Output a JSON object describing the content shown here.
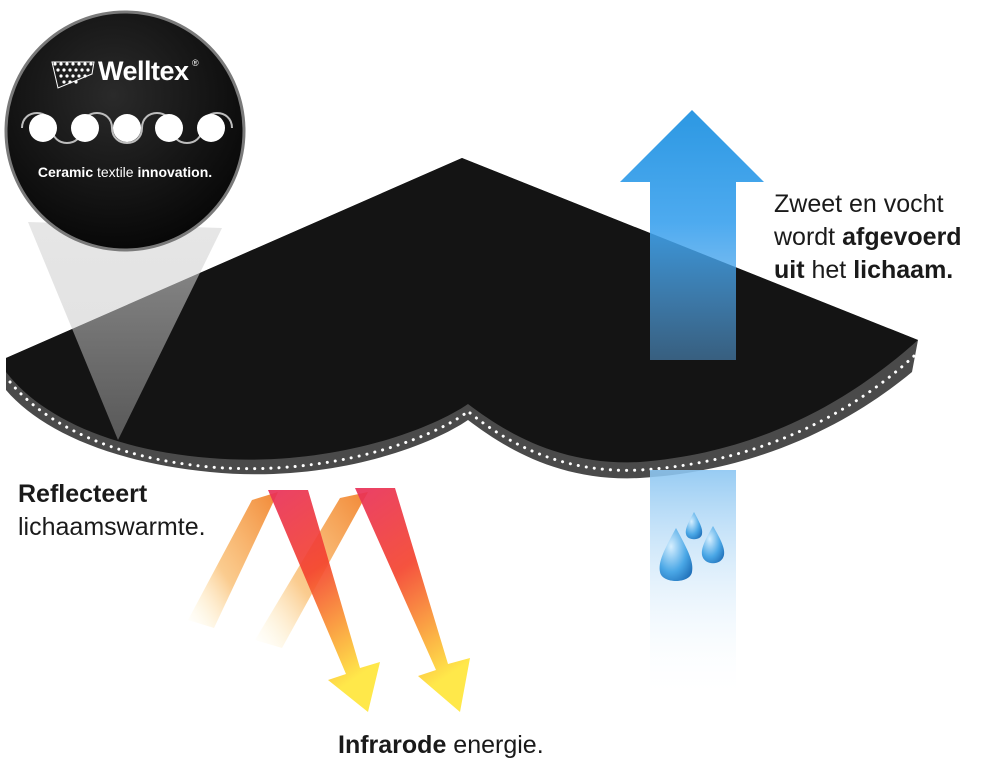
{
  "badge": {
    "brand": "Welltex",
    "registered_mark": "®",
    "tagline_word_1": "Ceramic",
    "tagline_word_2": "textile",
    "tagline_word_3": "innovation."
  },
  "captions": {
    "sweat_line1": "Zweet en vocht",
    "sweat_line2_a": "wordt ",
    "sweat_line2_b": "afgevoerd",
    "sweat_line3_a": "uit",
    "sweat_line3_b": " het ",
    "sweat_line3_c": "lichaam.",
    "reflect_line1": "Reflecteert",
    "reflect_line2": "lichaamswarmte.",
    "ir_a": "Infrarode",
    "ir_b": " energie."
  },
  "colors": {
    "fabric": "#141414",
    "fabric_edge": "#4a4a4a",
    "ceramic_dots": "#ffffff",
    "moisture_blue": "#1a8fe0",
    "heat_red": "#e8305a",
    "heat_orange": "#f07a20",
    "heat_yellow": "#ffe63a",
    "droplet": "#4aa7e6"
  },
  "icons": [
    "welltex-logo-icon",
    "water-droplet-icon",
    "up-arrow-icon",
    "heat-arrow-icon"
  ]
}
